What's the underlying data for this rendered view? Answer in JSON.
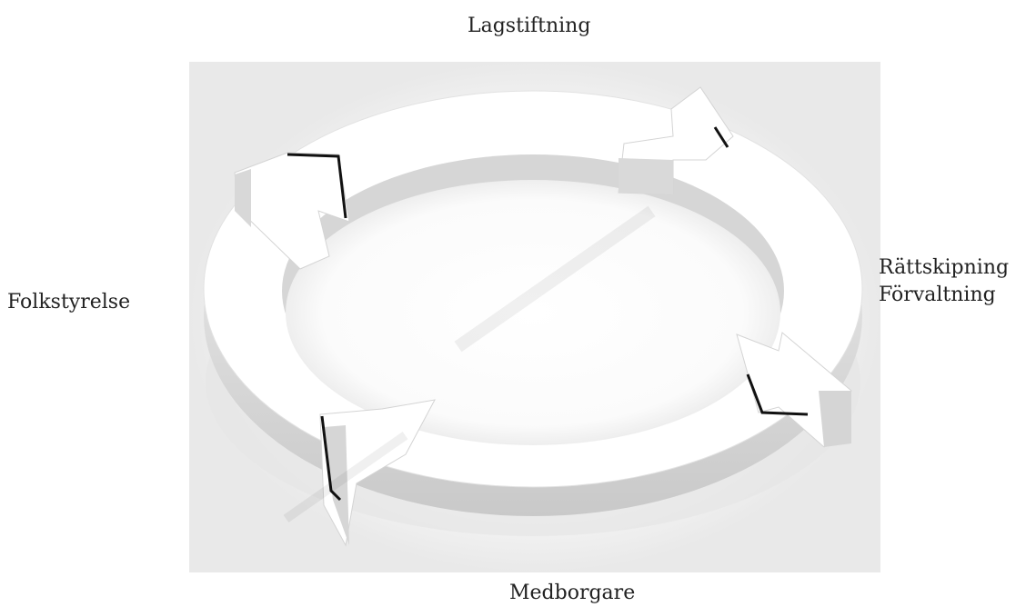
{
  "diagram": {
    "labels": {
      "top": "Lagstiftning",
      "left": "Folkstyrelse",
      "right_line1": "Rättskipning",
      "right_line2": "Förvaltning",
      "bottom": "Medborgare"
    },
    "graphic": {
      "type": "circular-cycle-of-four-arrows",
      "arrow_count": 4,
      "direction": "clockwise",
      "colors": {
        "arrow_face": "#ffffff",
        "arrow_side": "#d9d9d9",
        "shadow": "#e6e6e6",
        "outline": "#111111"
      }
    }
  }
}
